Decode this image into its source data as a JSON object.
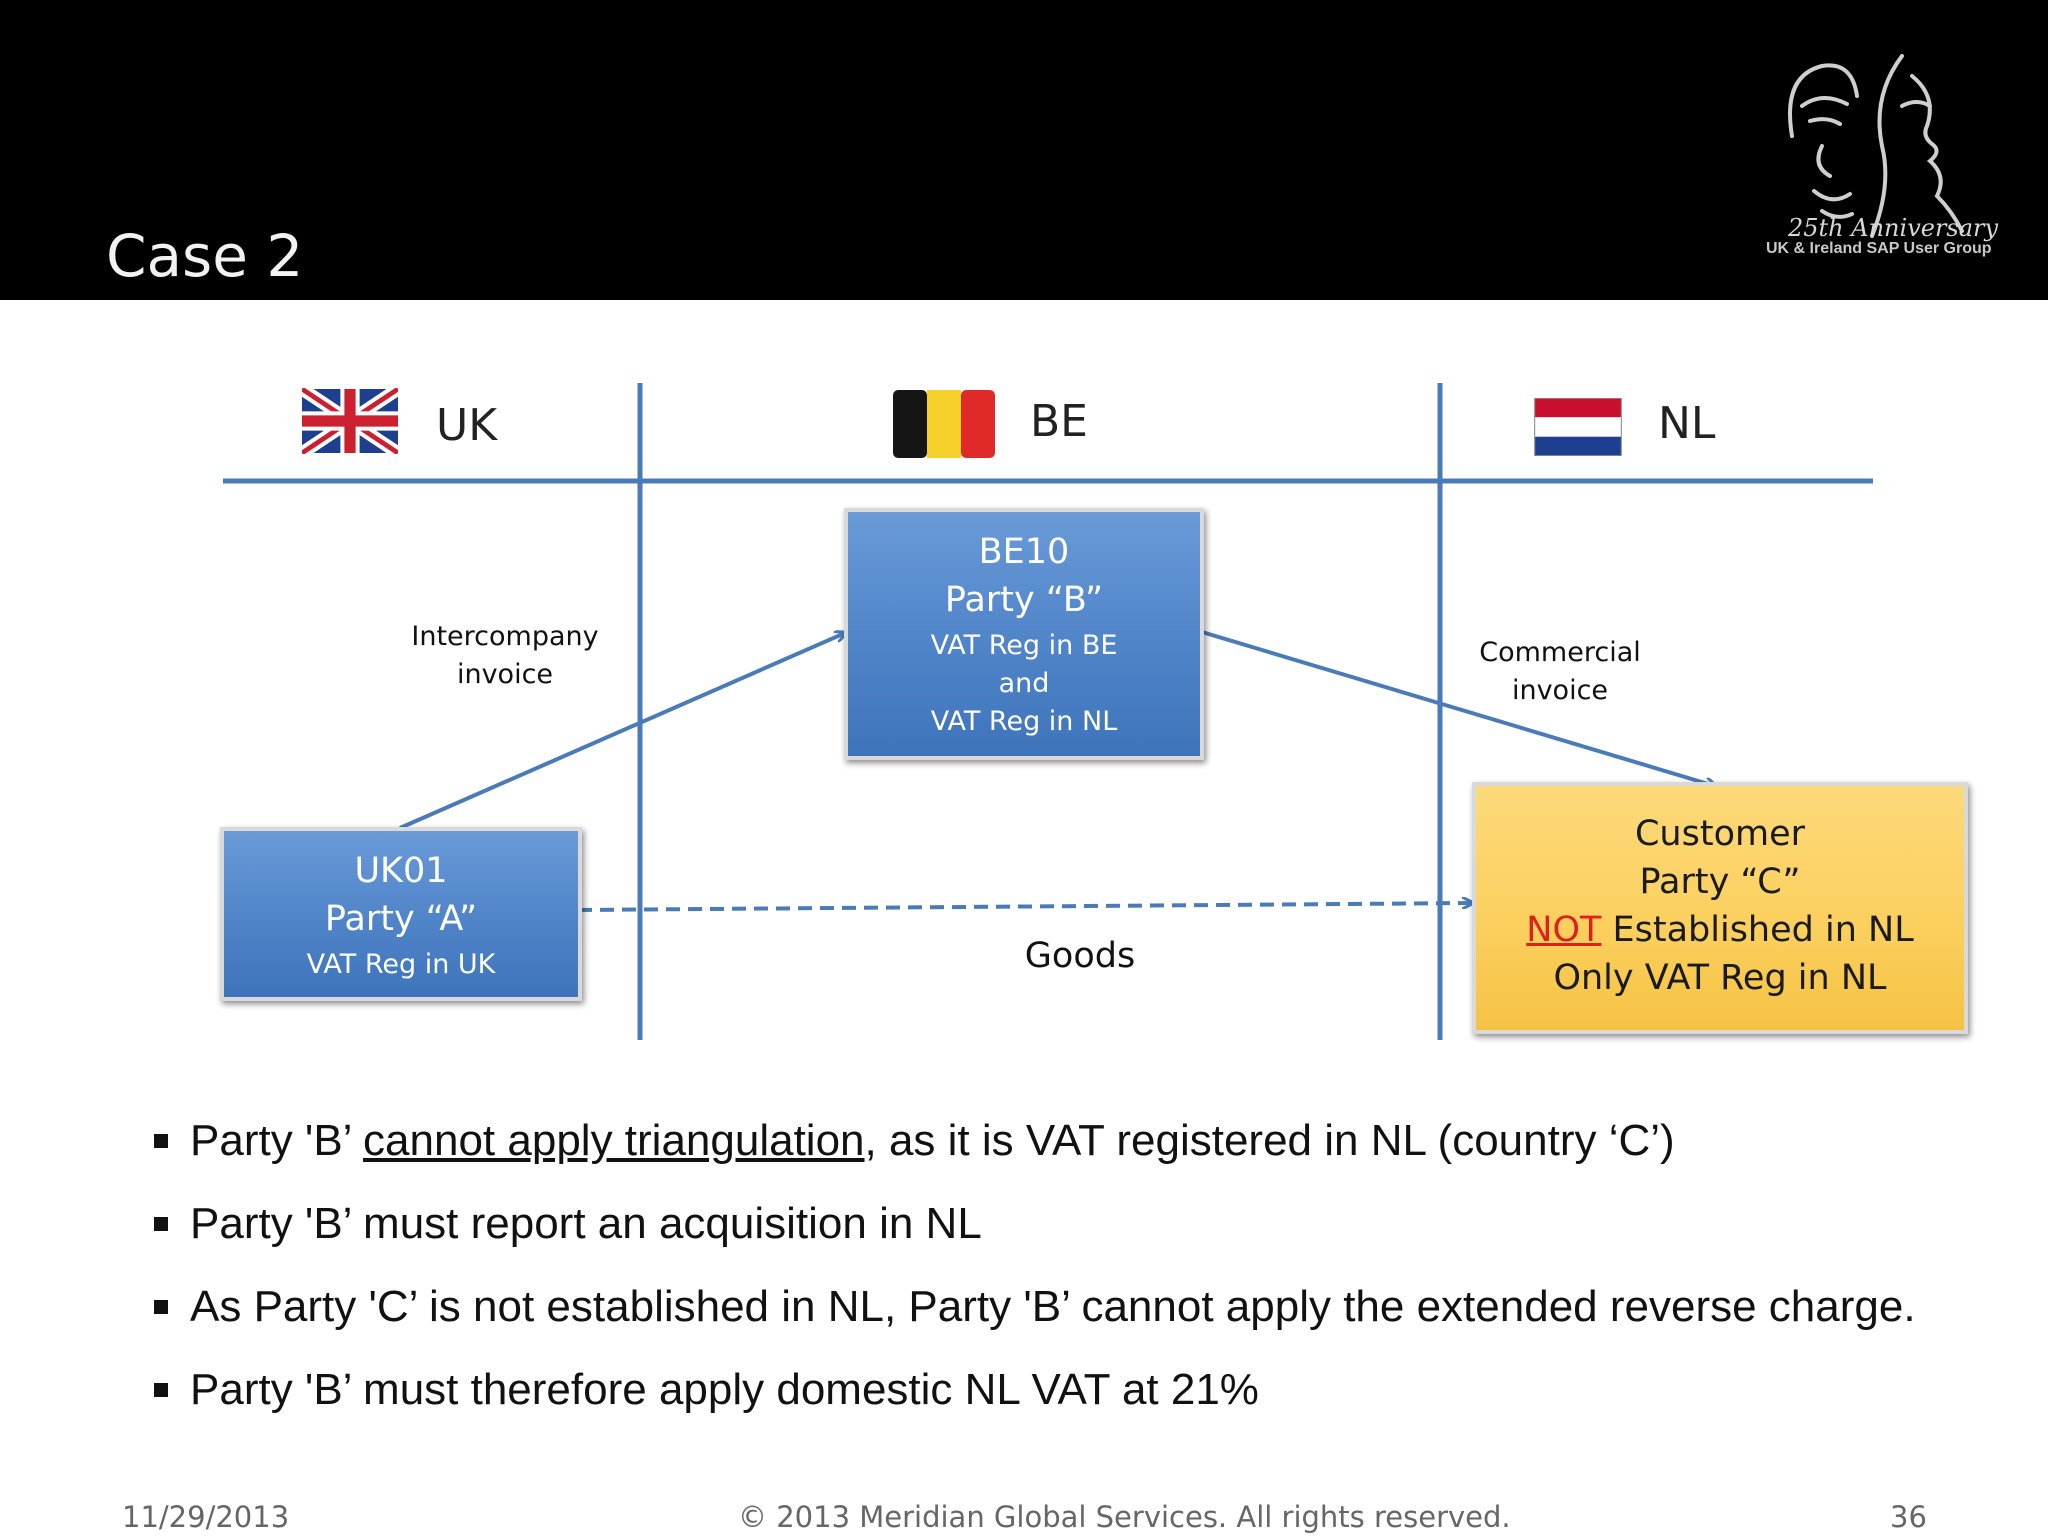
{
  "header": {
    "title": "Case 2",
    "logo": {
      "anniversary": "25th Anniversary",
      "group": "UK & Ireland SAP User Group"
    }
  },
  "countries": [
    {
      "label": "UK",
      "flag": "uk-flag-icon"
    },
    {
      "label": "BE",
      "flag": "belgium-flag-icon"
    },
    {
      "label": "NL",
      "flag": "netherlands-flag-icon"
    }
  ],
  "boxes": {
    "be10": {
      "code": "BE10",
      "party": "Party “B”",
      "line1": "VAT Reg in BE",
      "line2": "and",
      "line3": "VAT Reg in NL"
    },
    "uk01": {
      "code": "UK01",
      "party": "Party “A”",
      "line1": "VAT Reg in UK"
    },
    "customer": {
      "title": "Customer",
      "party": "Party “C”",
      "not": "NOT",
      "established": " Established in NL",
      "vat": "Only VAT Reg in NL"
    }
  },
  "arrows": {
    "intercompany_1": "Intercompany",
    "intercompany_2": "invoice",
    "commercial_1": "Commercial",
    "commercial_2": "invoice",
    "goods": "Goods"
  },
  "bullets": {
    "b1_pre": "Party 'B’ ",
    "b1_u": "cannot apply triangulation",
    "b1_post": ", as it is VAT registered in NL (country ‘C’)",
    "b2": "Party 'B’ must report an acquisition in NL",
    "b3": "As Party 'C’ is not established in NL, Party 'B’ cannot apply the extended reverse charge.",
    "b4": "Party 'B’ must therefore apply domestic NL VAT at 21%"
  },
  "footer": {
    "date": "11/29/2013",
    "copyright": "© 2013 Meridian Global Services. All rights reserved.",
    "page": "36"
  },
  "colors": {
    "header_bg": "#000000",
    "blue_box": "#4f84c8",
    "yellow_box": "#fbcf5c",
    "lines": "#4a7ab8",
    "not_red": "#e02020"
  }
}
